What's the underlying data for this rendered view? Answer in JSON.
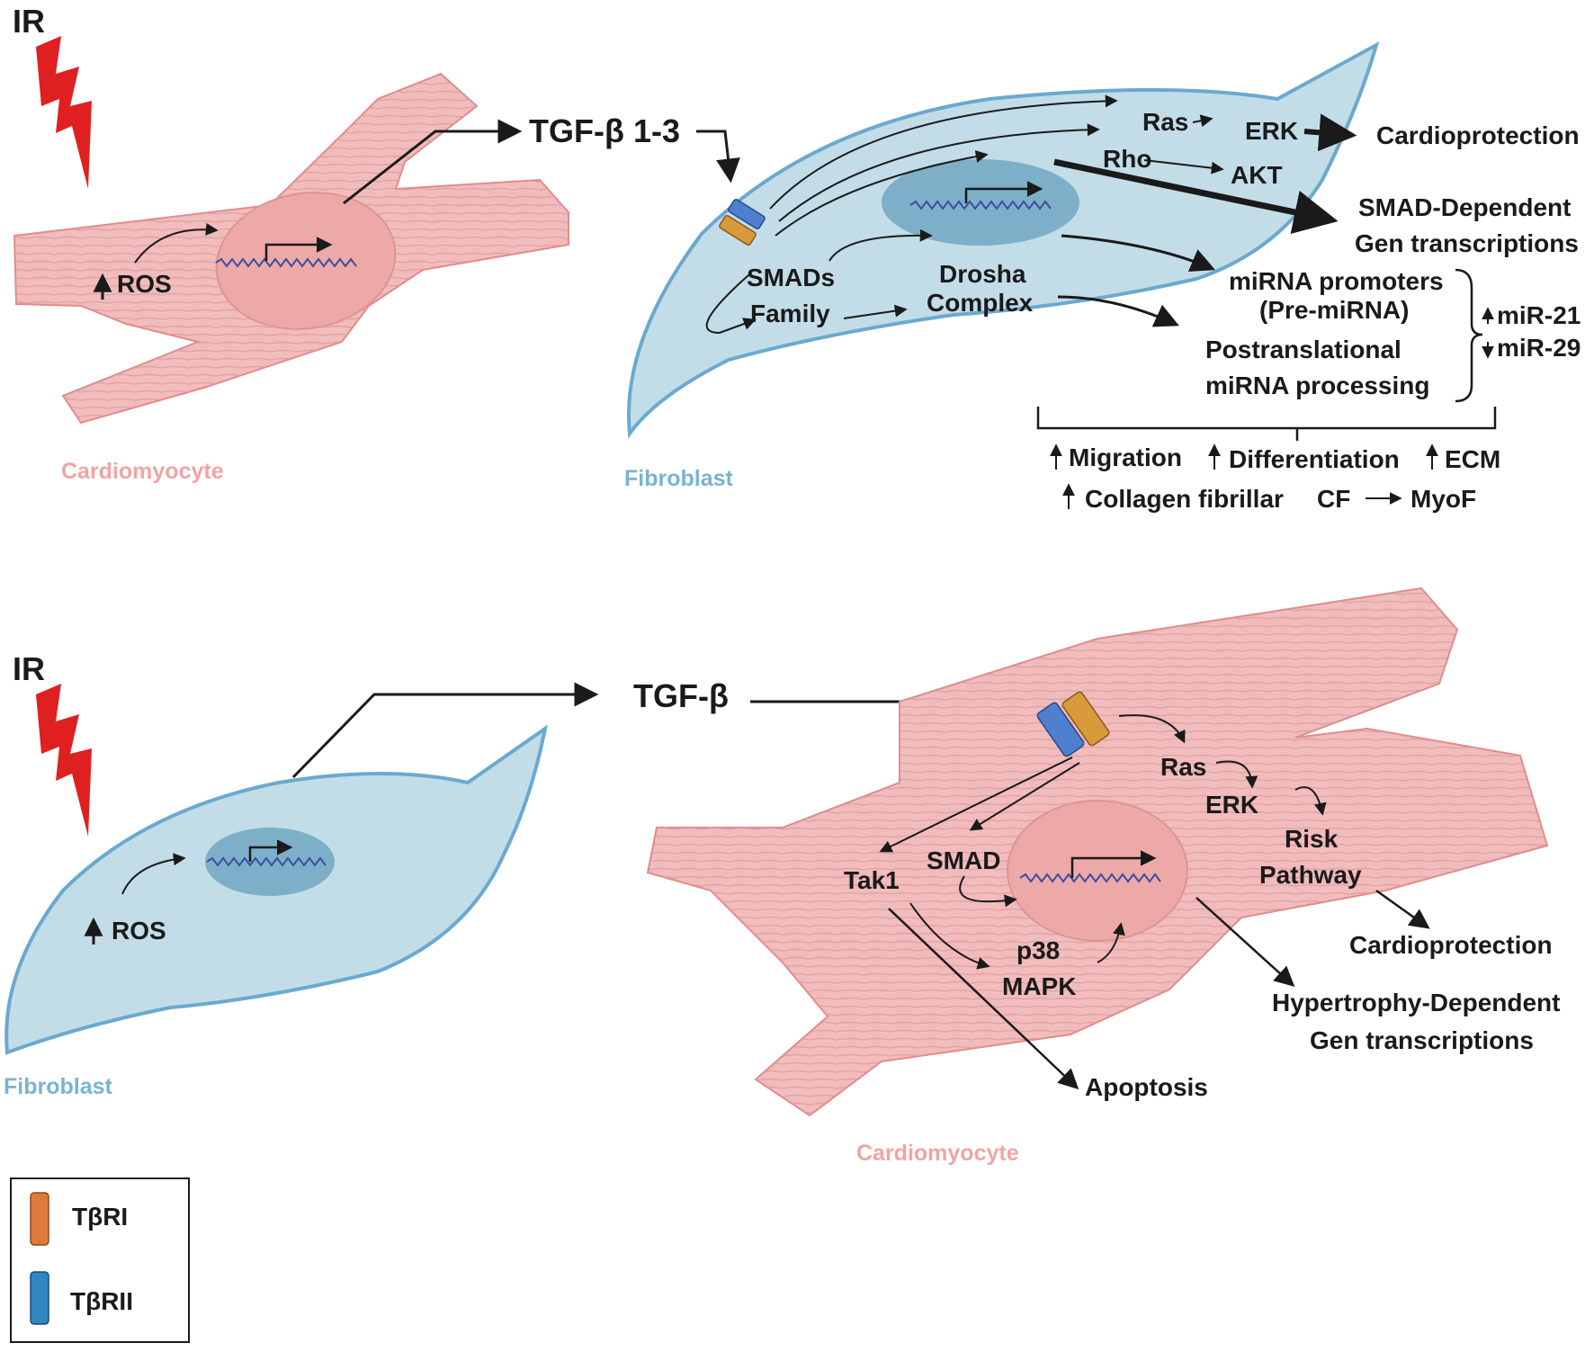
{
  "panel_top": {
    "ir": "IR",
    "ros": "ROS",
    "cardiomyocyte": "Cardiomyocyte",
    "tgf": "TGF-β 1-3",
    "fibroblast": "Fibroblast",
    "ras": "Ras",
    "erk": "ERK",
    "rho": "Rho",
    "akt": "AKT",
    "cardioprotection": "Cardioprotection",
    "smad_dep_1": "SMAD-Dependent",
    "smad_dep_2": "Gen transcriptions",
    "smads_1": "SMADs",
    "smads_2": "Family",
    "drosha_1": "Drosha",
    "drosha_2": "Complex",
    "mirna_prom_1": "miRNA promoters",
    "mirna_prom_2": "(Pre-miRNA)",
    "post_1": "Postranslational",
    "post_2": "miRNA processing",
    "mir21": "miR-21",
    "mir29": "miR-29",
    "migration": "Migration",
    "differentiation": "Differentiation",
    "ecm": "ECM",
    "collagen": "Collagen fibrillar",
    "cf": "CF",
    "myof": "MyoF"
  },
  "panel_bottom": {
    "ir": "IR",
    "ros": "ROS",
    "fibroblast": "Fibroblast",
    "tgf": "TGF-β",
    "ras": "Ras",
    "erk": "ERK",
    "risk_1": "Risk",
    "risk_2": "Pathway",
    "smad": "SMAD",
    "tak1": "Tak1",
    "p38_1": "p38",
    "p38_2": "MAPK",
    "cardioprotection": "Cardioprotection",
    "hyper_1": "Hypertrophy-Dependent",
    "hyper_2": "Gen transcriptions",
    "apoptosis": "Apoptosis",
    "cardiomyocyte": "Cardiomyocyte"
  },
  "legend": {
    "receptor_1": "TβRI",
    "receptor_2": "TβRII"
  },
  "colors": {
    "cardiomyocyte_fill": "#f2bcbc",
    "cardiomyocyte_stroke": "#e08c8c",
    "cardiomyocyte_label": "#f0a4a4",
    "fibroblast_fill": "#c2dde8",
    "fibroblast_stroke": "#6ba9cf",
    "fibroblast_label": "#79b3d4",
    "nucleus_fibro": "#7eafc9",
    "receptor_1": "#d89a3a",
    "receptor_2": "#4f7fcf",
    "lightning": "#e02020"
  }
}
